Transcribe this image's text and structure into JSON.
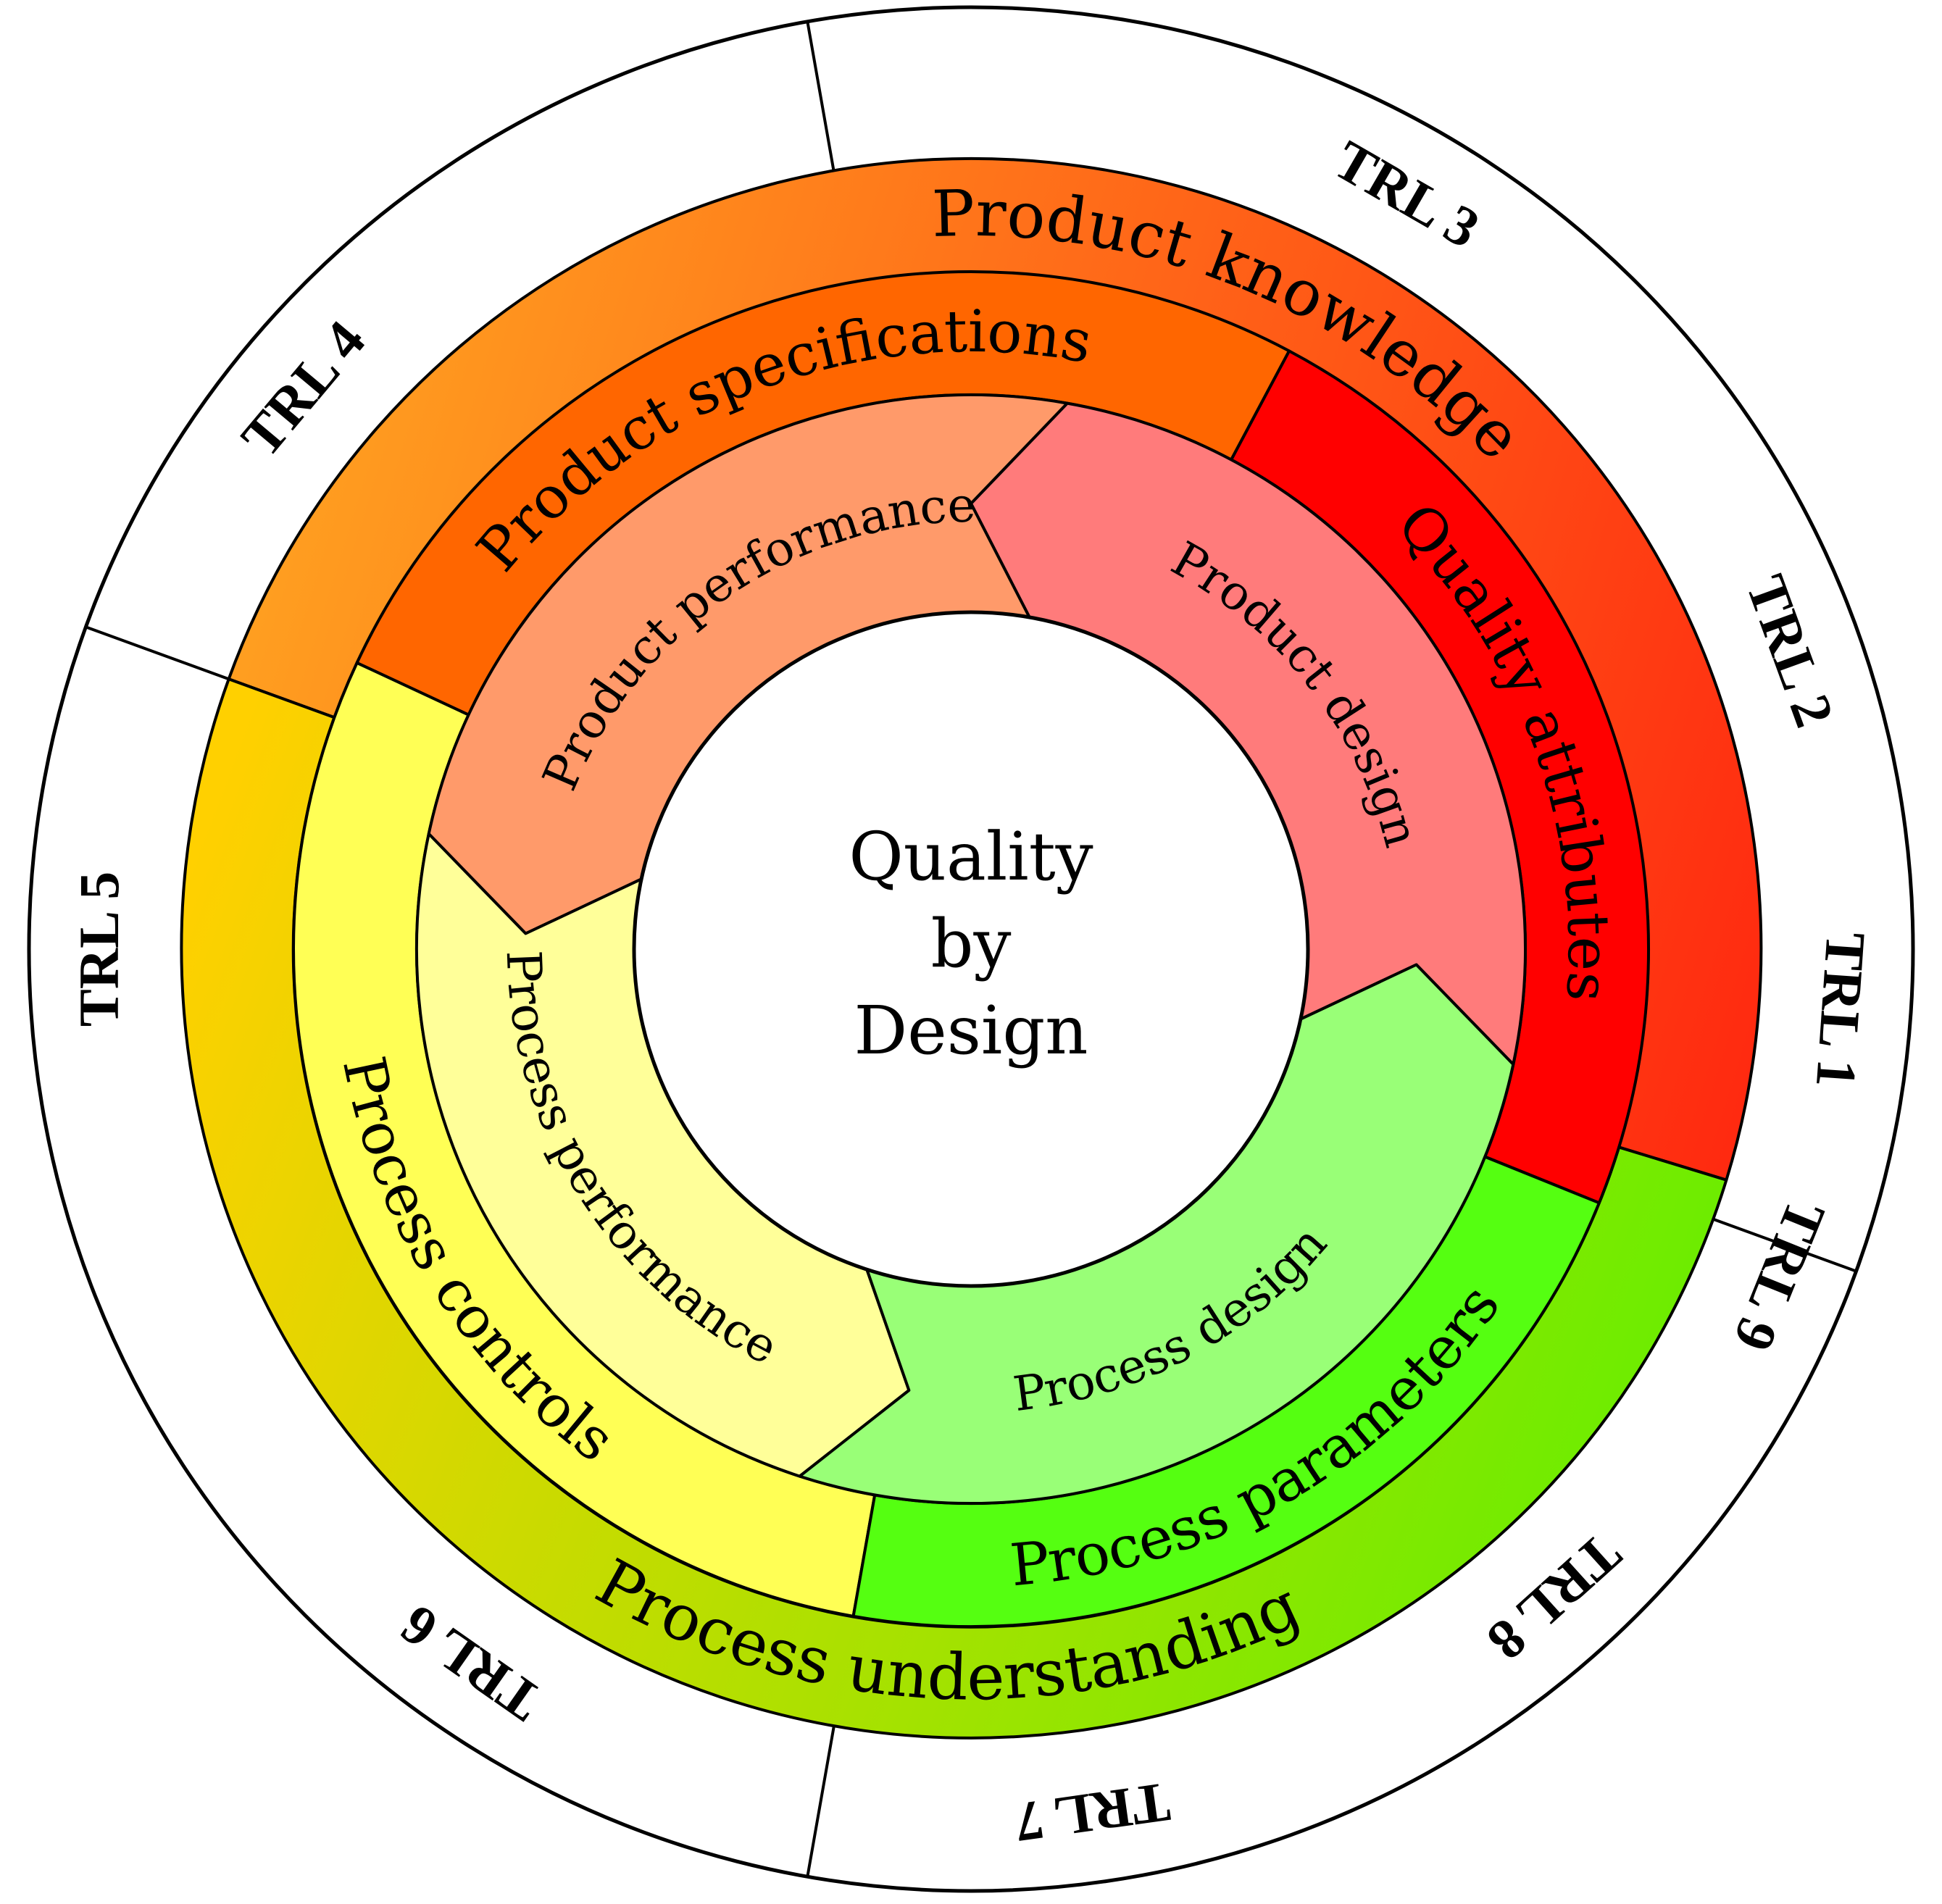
{
  "center": {
    "lines": [
      "Quality",
      "by",
      "Design"
    ]
  },
  "trl_labels": [
    "TRL 1",
    "TRL 2",
    "TRL 3",
    "TRL 4",
    "TRL 5",
    "TRL 6",
    "TRL 7",
    "TRL 8",
    "TRL 9"
  ],
  "outer_band": [
    {
      "label": "Product knowledge",
      "color_start": "#ff2a10",
      "color_end": "#ffa020"
    },
    {
      "label": "Process understanding",
      "color_start": "#ffd000",
      "color_end": "#66ee00"
    }
  ],
  "middle_band": [
    {
      "label": "Quality attributes",
      "color": "#ff0000"
    },
    {
      "label": "Product specifications",
      "color": "#ff6600"
    },
    {
      "label": "Process controls",
      "color": "#ffff55"
    },
    {
      "label": "Process parameters",
      "color": "#55ff11"
    }
  ],
  "inner_band": [
    {
      "label": "Product design",
      "color": "#ff7b7b"
    },
    {
      "label": "Product performance",
      "color": "#ff9a6a"
    },
    {
      "label": "Process performance",
      "color": "#ffff99"
    },
    {
      "label": "Process design",
      "color": "#99ff77"
    }
  ]
}
